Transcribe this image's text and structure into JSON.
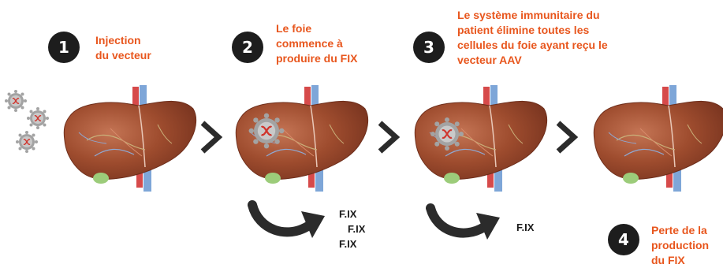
{
  "steps": [
    {
      "number": "1",
      "lines": [
        "Injection",
        "du vecteur"
      ]
    },
    {
      "number": "2",
      "lines": [
        "Le foie",
        "commence à",
        "produire du FIX"
      ]
    },
    {
      "number": "3",
      "lines": [
        "Le système immunitaire du",
        "patient élimine toutes les",
        "cellules du foie ayant reçu le",
        "vecteur AAV"
      ]
    },
    {
      "number": "4",
      "lines": [
        "Perte de la",
        "production",
        "du FIX"
      ]
    }
  ],
  "fix_labels": {
    "group2": [
      "F.IX",
      "F.IX",
      "F.IX"
    ],
    "group3": [
      "F.IX"
    ]
  },
  "colors": {
    "accent": "#e8561d",
    "badge": "#1d1d1d",
    "liver": "#9b4a2c",
    "liver_light": "#c2714c",
    "vessel_blue": "#7ea6d8",
    "vessel_red": "#d64a4a",
    "gallbladder": "#9ccc7a",
    "virus": "#9a9a9a"
  },
  "icons": [
    "virus-icon",
    "liver-illustration",
    "chevron-right-icon",
    "curved-arrow-icon"
  ]
}
